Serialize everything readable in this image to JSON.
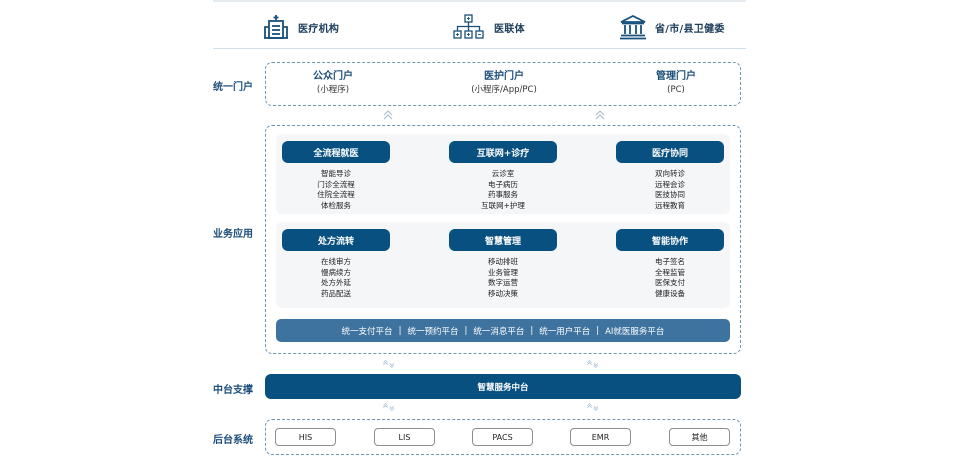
{
  "header": {
    "items": [
      {
        "icon": "hospital-building-icon",
        "label": "医疗机构"
      },
      {
        "icon": "org-network-icon",
        "label": "医联体"
      },
      {
        "icon": "government-building-icon",
        "label": "省/市/县卫健委"
      }
    ]
  },
  "rows": {
    "portal_label": "统一门户",
    "business_label": "业务应用",
    "middle_label": "中台支撑",
    "backend_label": "后台系统"
  },
  "portals": [
    {
      "title": "公众门户",
      "sub": "(小程序)"
    },
    {
      "title": "医护门户",
      "sub": "(小程序/App/PC)"
    },
    {
      "title": "管理门户",
      "sub": "(PC)"
    }
  ],
  "business": {
    "cards": [
      {
        "title": "全流程就医",
        "items": [
          "智能导诊",
          "门诊全流程",
          "住院全流程",
          "体检服务"
        ]
      },
      {
        "title": "互联网+诊疗",
        "items": [
          "云诊室",
          "电子病历",
          "药事服务",
          "互联网+护理"
        ]
      },
      {
        "title": "医疗协同",
        "items": [
          "双向转诊",
          "远程会诊",
          "医技协同",
          "远程教育"
        ]
      },
      {
        "title": "处方流转",
        "items": [
          "在线审方",
          "慢病续方",
          "处方外延",
          "药品配送"
        ]
      },
      {
        "title": "智慧管理",
        "items": [
          "移动排班",
          "业务管理",
          "数字运营",
          "移动决策"
        ]
      },
      {
        "title": "智能协作",
        "items": [
          "电子签名",
          "全程监管",
          "医保支付",
          "健康设备"
        ]
      }
    ],
    "platforms": [
      "统一支付平台",
      "统一预约平台",
      "统一消息平台",
      "统一用户平台",
      "AI就医服务平台"
    ],
    "separator": "|"
  },
  "middle": {
    "label": "智慧服务中台"
  },
  "backend": {
    "systems": [
      "HIS",
      "LIS",
      "PACS",
      "EMR",
      "其他"
    ]
  },
  "colors": {
    "primary": "#07507f",
    "platform_bar": "#3e739f",
    "label_text": "#1d4e7a",
    "dashed_border": "#6f95b5",
    "panel_bg": "#f4f6f8"
  }
}
